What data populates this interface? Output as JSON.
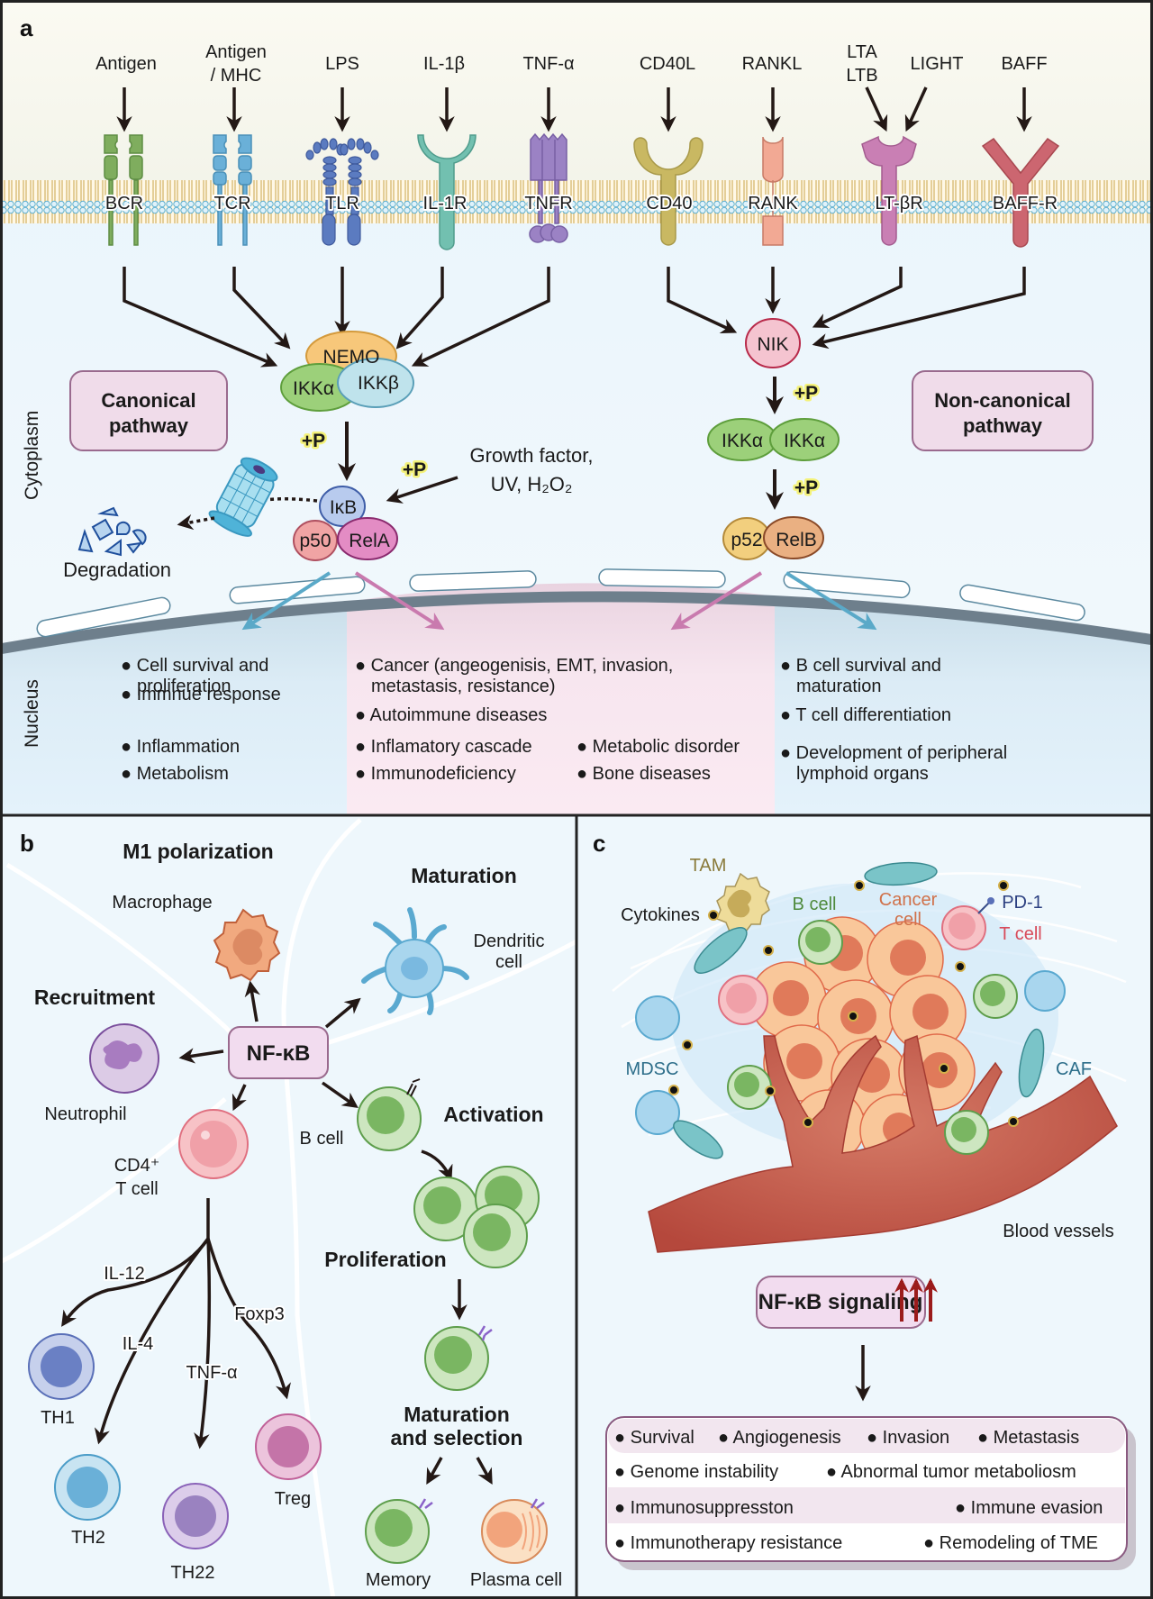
{
  "panel_a": {
    "label": "a",
    "ligands": [
      {
        "name": "Antigen"
      },
      {
        "line1": "Antigen",
        "line2": "/ MHC"
      },
      {
        "name": "LPS"
      },
      {
        "name": "IL-1β"
      },
      {
        "name": "TNF-α"
      },
      {
        "name": "CD40L"
      },
      {
        "name": "RANKL"
      },
      {
        "line1": "LTA",
        "line2": "LTB"
      },
      {
        "name": "LIGHT"
      },
      {
        "name": "BAFF"
      }
    ],
    "receptors": [
      "BCR",
      "TCR",
      "TLR",
      "IL-1R",
      "TNFR",
      "CD40",
      "RANK",
      "LT-βR",
      "BAFF-R"
    ],
    "receptor_colors": [
      "#7fad5e",
      "#6ab0d8",
      "#5b7bc0",
      "#72c0b0",
      "#9b82c4",
      "#c9b862",
      "#f2a994",
      "#c97fb4",
      "#cc6670"
    ],
    "compartments": {
      "cytoplasm": "Cytoplasm",
      "nucleus": "Nucleus"
    },
    "canonical": {
      "box_line1": "Canonical",
      "box_line2": "pathway",
      "nemo": "NEMO",
      "ikka": "IKKα",
      "ikkb": "IKKβ",
      "phospho": "+P",
      "phospho2": "+P",
      "ikb": "IκB",
      "p50": "p50",
      "rela": "RelA",
      "degradation": "Degradation",
      "stimuli_line1": "Growth factor,",
      "stimuli_line2": "UV, H₂O₂"
    },
    "noncanonical": {
      "box_line1": "Non-canonical",
      "box_line2": "pathway",
      "nik": "NIK",
      "ikka_1": "IKKα",
      "ikka_2": "IKKα",
      "phospho1": "+P",
      "phospho2": "+P",
      "p52": "p52",
      "relb": "RelB"
    },
    "nucleus_outcomes": {
      "canonical": [
        "Cell survival and proliferation",
        "Immnue response",
        "Inflammation",
        "Metabolism"
      ],
      "shared": [
        "Cancer (angeogenisis, EMT, invasion, metastasis, resistance)",
        "Autoimmune diseases",
        "Inflamatory cascade",
        "Immunodeficiency",
        "Metabolic disorder",
        "Bone diseases"
      ],
      "noncanonical": [
        "B cell survival and maturation",
        "T cell differentiation",
        "Development of peripheral lymphoid organs"
      ]
    }
  },
  "panel_b": {
    "label": "b",
    "center": "NF-κB",
    "sections": {
      "m1": "M1 polarization",
      "maturation": "Maturation",
      "recruitment": "Recruitment",
      "activation": "Activation",
      "proliferation": "Proliferation",
      "maturation_selection_1": "Maturation",
      "maturation_selection_2": "and selection"
    },
    "cells": {
      "macrophage": "Macrophage",
      "dendritic_1": "Dendritic",
      "dendritic_2": "cell",
      "neutrophil": "Neutrophil",
      "cd4_1": "CD4⁺",
      "cd4_2": "T cell",
      "bcell": "B cell",
      "th1": "TH1",
      "th2": "TH2",
      "th22": "TH22",
      "treg": "Treg",
      "memory": "Memory",
      "plasma": "Plasma cell"
    },
    "cytokines": [
      "IL-12",
      "IL-4",
      "TNF-α",
      "Foxp3"
    ]
  },
  "panel_c": {
    "label": "c",
    "labels": {
      "tam": "TAM",
      "cytokines": "Cytokines",
      "bcell": "B cell",
      "cancer_1": "Cancer",
      "cancer_2": "cell",
      "pd1": "PD-1",
      "tcell": "T cell",
      "mdsc": "MDSC",
      "caf": "CAF",
      "vessels": "Blood vessels"
    },
    "signaling": "NF-κB signaling",
    "outcomes": [
      [
        "Survival",
        "Angiogenesis",
        "Invasion",
        "Metastasis"
      ],
      [
        "Genome instability",
        "Abnormal tumor metaboliosm"
      ],
      [
        "Immunosuppresston",
        "Immune evasion"
      ],
      [
        "Immunotherapy resistance",
        "Remodeling of TME"
      ]
    ]
  }
}
